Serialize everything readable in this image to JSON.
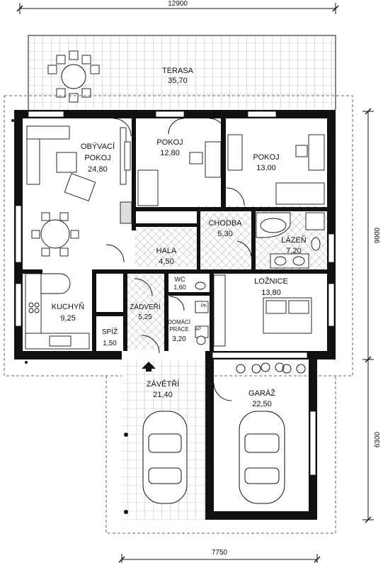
{
  "dimensions": {
    "top_width": "12900",
    "right_upper_height": "9900",
    "right_lower_height": "6300",
    "bottom_width": "7750"
  },
  "rooms": [
    {
      "key": "terasa",
      "name": "TERASA",
      "area": "35,70"
    },
    {
      "key": "obyvaci",
      "name": "OBÝVACÍ",
      "name2": "POKOJ",
      "area": "24,80"
    },
    {
      "key": "pokoj1",
      "name": "POKOJ",
      "area": "12,80"
    },
    {
      "key": "pokoj2",
      "name": "POKOJ",
      "area": "13,00"
    },
    {
      "key": "chodba",
      "name": "CHODBA",
      "area": "5,30"
    },
    {
      "key": "lazen",
      "name": "LÁZEŇ",
      "area": "7,20"
    },
    {
      "key": "hala",
      "name": "HALA",
      "area": "4,50"
    },
    {
      "key": "wc",
      "name": "WC",
      "area": "1,60"
    },
    {
      "key": "loznice",
      "name": "LOŽNICE",
      "area": "13,80"
    },
    {
      "key": "kuchyn",
      "name": "KUCHYŇ",
      "area": "9,25"
    },
    {
      "key": "zadveri",
      "name": "ZÁDVEŘÍ",
      "area": "5,25"
    },
    {
      "key": "domaci",
      "name": "DOMÁCÍ",
      "name2": "PRÁCE",
      "area": "3,20"
    },
    {
      "key": "spiz",
      "name": "SPÍŽ",
      "area": "1,50"
    },
    {
      "key": "zavetri",
      "name": "ZÁVĚTŘÍ",
      "area": "21,40"
    },
    {
      "key": "garaz",
      "name": "GARÁŽ",
      "area": "22,50"
    }
  ],
  "small_labels": {
    "pk": "PK",
    "ap": "AP"
  }
}
